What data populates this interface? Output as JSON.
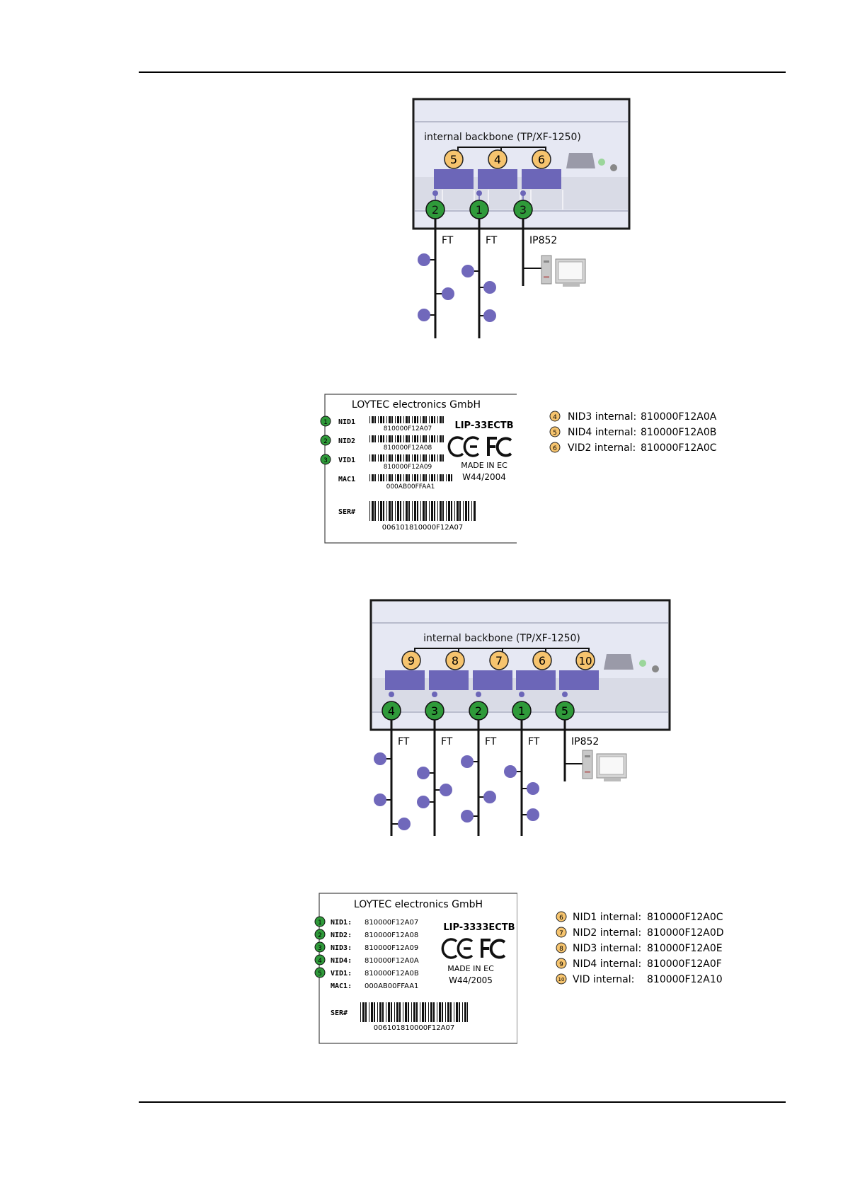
{
  "figure1": {
    "backbone_label": "internal backbone (TP/XF-1250)",
    "internal_ports": [
      "5",
      "4",
      "6"
    ],
    "external_ports": [
      "2",
      "1",
      "3"
    ],
    "channel_labels": [
      "FT",
      "FT",
      "IP852"
    ]
  },
  "label1": {
    "company": "LOYTEC electronics GmbH",
    "model": "LIP-33ECTB",
    "made_in": "MADE IN EC",
    "date": "W44/2004",
    "rows": [
      {
        "badge": "1",
        "key": "NID1",
        "value": "810000F12A07"
      },
      {
        "badge": "2",
        "key": "NID2",
        "value": "810000F12A08"
      },
      {
        "badge": "3",
        "key": "VID1",
        "value": "810000F12A09"
      },
      {
        "badge": "",
        "key": "MAC1",
        "value": "000AB00FFAA1"
      }
    ],
    "ser_key": "SER#",
    "ser_value": "006101810000F12A07"
  },
  "legend1": [
    {
      "badge": "4",
      "name": "NID3 internal:",
      "value": "810000F12A0A"
    },
    {
      "badge": "5",
      "name": "NID4 internal:",
      "value": "810000F12A0B"
    },
    {
      "badge": "6",
      "name": "VID2 internal:",
      "value": "810000F12A0C"
    }
  ],
  "figure2": {
    "backbone_label": "internal backbone (TP/XF-1250)",
    "internal_ports": [
      "9",
      "8",
      "7",
      "6",
      "10"
    ],
    "external_ports": [
      "4",
      "3",
      "2",
      "1",
      "5"
    ],
    "channel_labels": [
      "FT",
      "FT",
      "FT",
      "FT",
      "IP852"
    ]
  },
  "label2": {
    "company": "LOYTEC electronics GmbH",
    "model": "LIP-3333ECTB",
    "made_in": "MADE IN EC",
    "date": "W44/2005",
    "rows": [
      {
        "badge": "1",
        "key": "NID1:",
        "value": "810000F12A07"
      },
      {
        "badge": "2",
        "key": "NID2:",
        "value": "810000F12A08"
      },
      {
        "badge": "3",
        "key": "NID3:",
        "value": "810000F12A09"
      },
      {
        "badge": "4",
        "key": "NID4:",
        "value": "810000F12A0A"
      },
      {
        "badge": "5",
        "key": "VID1:",
        "value": "810000F12A0B"
      },
      {
        "badge": "",
        "key": "MAC1:",
        "value": "000AB00FFAA1"
      }
    ],
    "ser_key": "SER#",
    "ser_value": "006101810000F12A07"
  },
  "legend2": [
    {
      "badge": "6",
      "name": "NID1 internal:",
      "value": "810000F12A0C"
    },
    {
      "badge": "7",
      "name": "NID2 internal:",
      "value": "810000F12A0D"
    },
    {
      "badge": "8",
      "name": "NID3 internal:",
      "value": "810000F12A0E"
    },
    {
      "badge": "9",
      "name": "NID4 internal:",
      "value": "810000F12A0F"
    },
    {
      "badge": "10",
      "name": "VID internal:",
      "value": "810000F12A10"
    }
  ],
  "colors": {
    "device_bg": "#e6e8f3",
    "port_block": "#6c66b8",
    "node": "#7068bb",
    "green_badge": "#2f9a3a",
    "orange_badge": "#f6c46e"
  }
}
